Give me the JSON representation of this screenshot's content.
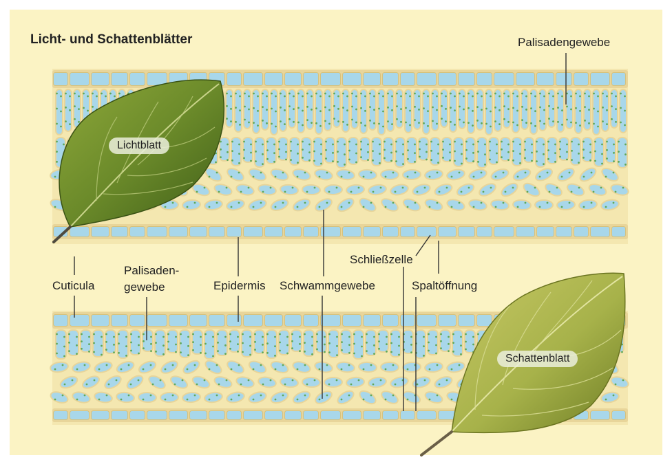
{
  "title": "Licht- und Schattenblätter",
  "labels": {
    "palisadengewebe_top": "Palisadengewebe",
    "cuticula": "Cuticula",
    "palisaden_1": "Palisaden-",
    "palisaden_2": "gewebe",
    "epidermis": "Epidermis",
    "schwammgewebe": "Schwammgewebe",
    "schliesszelle": "Schließzelle",
    "spaltoeffnung": "Spaltöffnung",
    "lichtblatt": "Lichtblatt",
    "schattenblatt": "Schattenblatt"
  },
  "colors": {
    "background": "#fbf3c4",
    "cell_wall": "#e8d59a",
    "cell_interior": "#a8d7ea",
    "chloroplast": "#5fa85a",
    "leaf_light": "#6b8a2a",
    "leaf_shade": "#a7b24a"
  }
}
